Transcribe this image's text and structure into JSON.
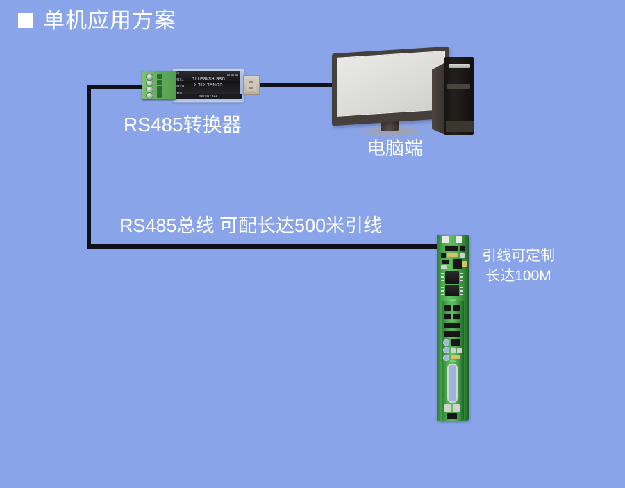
{
  "page": {
    "background_color": "#8aa4ea",
    "text_color": "#ffffff"
  },
  "title": {
    "bullet": "square-bullet",
    "text": "单机应用方案"
  },
  "labels": {
    "converter": "RS485转换器",
    "computer": "电脑端",
    "bus": "RS485总线 可配长达500米引线",
    "lead_line1": "引线可定制",
    "lead_line2": "长达100M"
  },
  "converter_device": {
    "brand_line1": "USB-RS485/TTL",
    "brand_line2": "CONVERTER",
    "bottom_strip": "TTL / RS485",
    "pins": [
      "5V",
      "TXD/A",
      "RXD/B",
      "GND"
    ],
    "terminal_count": 4,
    "led_count": 3,
    "connector": "USB-A",
    "colors": {
      "terminal_green": "#63ad5e",
      "shell": "#aabfe2",
      "board_black": "#141417"
    }
  },
  "computer": {
    "monitor": "lcd-monitor",
    "tower": "desktop-tower",
    "screen_color": "#dcdcd9",
    "bezel_color": "#46403d",
    "tower_color": "#231f1c"
  },
  "sensor_board": {
    "name": "green-pcb-sensor-module",
    "color": "#4fae52",
    "has_mounting_slot": true,
    "ic_count": 2,
    "silk_top": "GND",
    "silk_mid": "VCC"
  },
  "wiring": {
    "color": "#101018",
    "segments": [
      {
        "id": "converter-to-corner",
        "orientation": "horizontal"
      },
      {
        "id": "left-vertical-run",
        "orientation": "vertical"
      },
      {
        "id": "rs485-bus-run",
        "orientation": "horizontal"
      },
      {
        "id": "usb-to-computer",
        "orientation": "horizontal"
      }
    ]
  }
}
